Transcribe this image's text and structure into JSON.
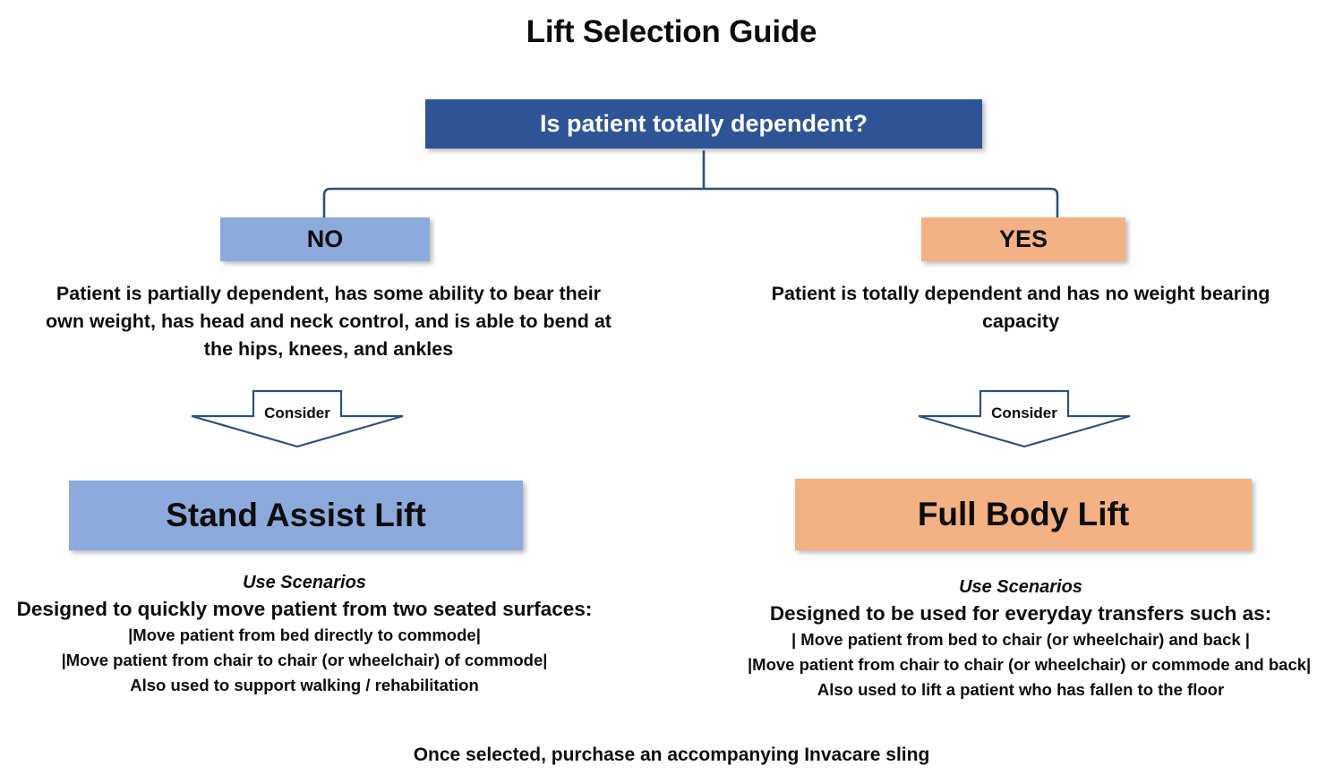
{
  "page": {
    "title": "Lift Selection Guide",
    "footer_note": "Once selected, purchase an accompanying Invacare sling"
  },
  "colors": {
    "decision_box": "#2E5496",
    "no_branch": "#8CAADC",
    "yes_branch": "#F4B183",
    "connector_line": "#2E4F7C",
    "arrow_outline": "#2E4F7C",
    "text": "#0D0D0D",
    "background": "#FFFFFF"
  },
  "decision": {
    "question": "Is patient totally dependent?"
  },
  "branches": [
    {
      "answer_label": "NO",
      "description": "Patient is partially dependent, has some ability to bear their own weight, has head and neck control, and is able to bend at the hips, knees, and ankles",
      "arrow_label": "Consider",
      "result": "Stand Assist Lift",
      "scenarios_heading": "Use Scenarios",
      "scenarios_lead": "Designed to quickly move patient from two seated surfaces:",
      "scenarios_items": [
        "|Move patient from bed directly to commode|",
        "|Move patient from chair to chair (or wheelchair) of commode|",
        "Also used to support walking / rehabilitation"
      ]
    },
    {
      "answer_label": "YES",
      "description": "Patient is totally dependent and has no weight bearing capacity",
      "arrow_label": "Consider",
      "result": "Full Body Lift",
      "scenarios_heading": "Use Scenarios",
      "scenarios_lead": "Designed to be used for everyday transfers such as:",
      "scenarios_items": [
        "| Move patient from bed to chair (or wheelchair) and back |",
        "|Move patient from chair to chair (or wheelchair) or commode and back|",
        "Also used to lift a patient who has fallen to the floor"
      ]
    }
  ],
  "chart_data": {
    "type": "diagram",
    "title": "Lift Selection Guide",
    "diagram_kind": "decision-tree-flowchart",
    "root": "Is patient totally dependent?",
    "edges": [
      {
        "from": "Is patient totally dependent?",
        "to": "NO",
        "label": ""
      },
      {
        "from": "Is patient totally dependent?",
        "to": "YES",
        "label": ""
      },
      {
        "from": "NO",
        "to": "Stand Assist Lift",
        "label": "Consider"
      },
      {
        "from": "YES",
        "to": "Full Body Lift",
        "label": "Consider"
      }
    ]
  }
}
